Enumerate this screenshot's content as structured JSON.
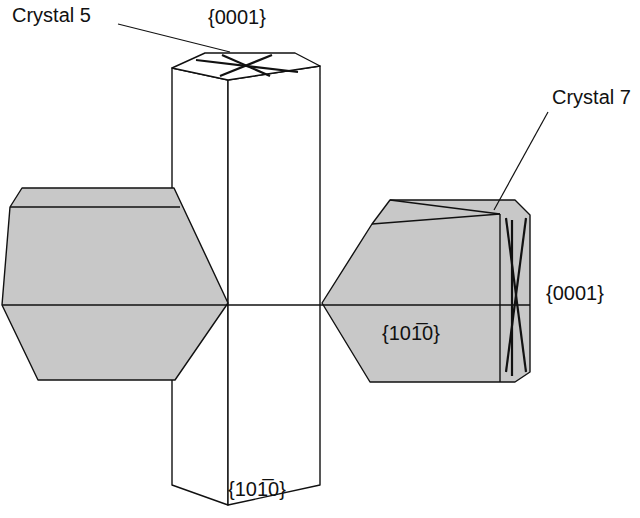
{
  "diagram": {
    "labels": [
      "Crystal 5",
      "{0001}",
      "Crystal 7",
      "{0001}",
      "{101̅0}",
      "{101̅0}"
    ]
  }
}
